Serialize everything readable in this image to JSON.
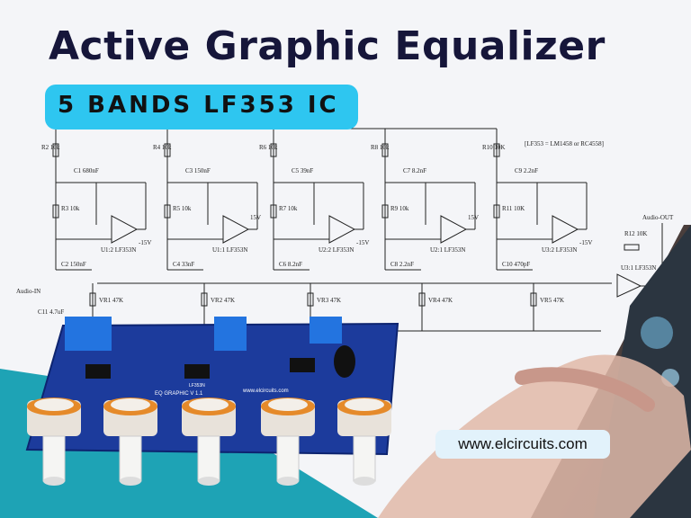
{
  "title": "Active Graphic Equalizer",
  "subtitle": "5 BANDS LF353 IC",
  "website": "www.elcircuits.com",
  "schematic": {
    "note": "[LF353 = LM1458 or RC4558]",
    "audio_in": "Audio-IN",
    "audio_out": "Audio-OUT",
    "bands": [
      {
        "r_top": "R2 10k",
        "c_series": "C1 680nF",
        "r_mid": "R3 10k",
        "c_gnd": "C2 150nF",
        "ic": "U1:2 LF353N",
        "vr": "VR1 47K"
      },
      {
        "r_top": "R4 10k",
        "c_series": "C3 150nF",
        "r_mid": "R5 10k",
        "c_gnd": "C4 33nF",
        "ic": "U1:1 LF353N",
        "vr": "VR2 47K"
      },
      {
        "r_top": "R6 10k",
        "c_series": "C5 39nF",
        "r_mid": "R7 10k",
        "c_gnd": "C6 8.2nF",
        "ic": "U2:2 LF353N",
        "vr": "VR3 47K"
      },
      {
        "r_top": "R8 10k",
        "c_series": "C7 8.2nF",
        "r_mid": "R9 10k",
        "c_gnd": "C8 2.2nF",
        "ic": "U2:1 LF353N",
        "vr": "VR4 47K"
      },
      {
        "r_top": "R10 10K",
        "c_series": "C9 2.2nF",
        "r_mid": "R11 10K",
        "c_gnd": "C10 470pF",
        "ic": "U3:2 LF353N",
        "vr": "VR5 47K"
      }
    ],
    "supply_neg": "-15V",
    "supply_pos": "15V",
    "c_in": "C11 4.7uF",
    "r_fb": "R12 10K",
    "out_ic": "U3:1 LF353N"
  },
  "pcb": {
    "label": "EQ GRAPHIC V 1.1",
    "brand": "www.elcircuits.com",
    "ic": "LF353N"
  },
  "colors": {
    "title": "#16163a",
    "badge": "#2ec6f0",
    "teal": "#1ea3b5",
    "pcb": "#1c3b9c"
  }
}
